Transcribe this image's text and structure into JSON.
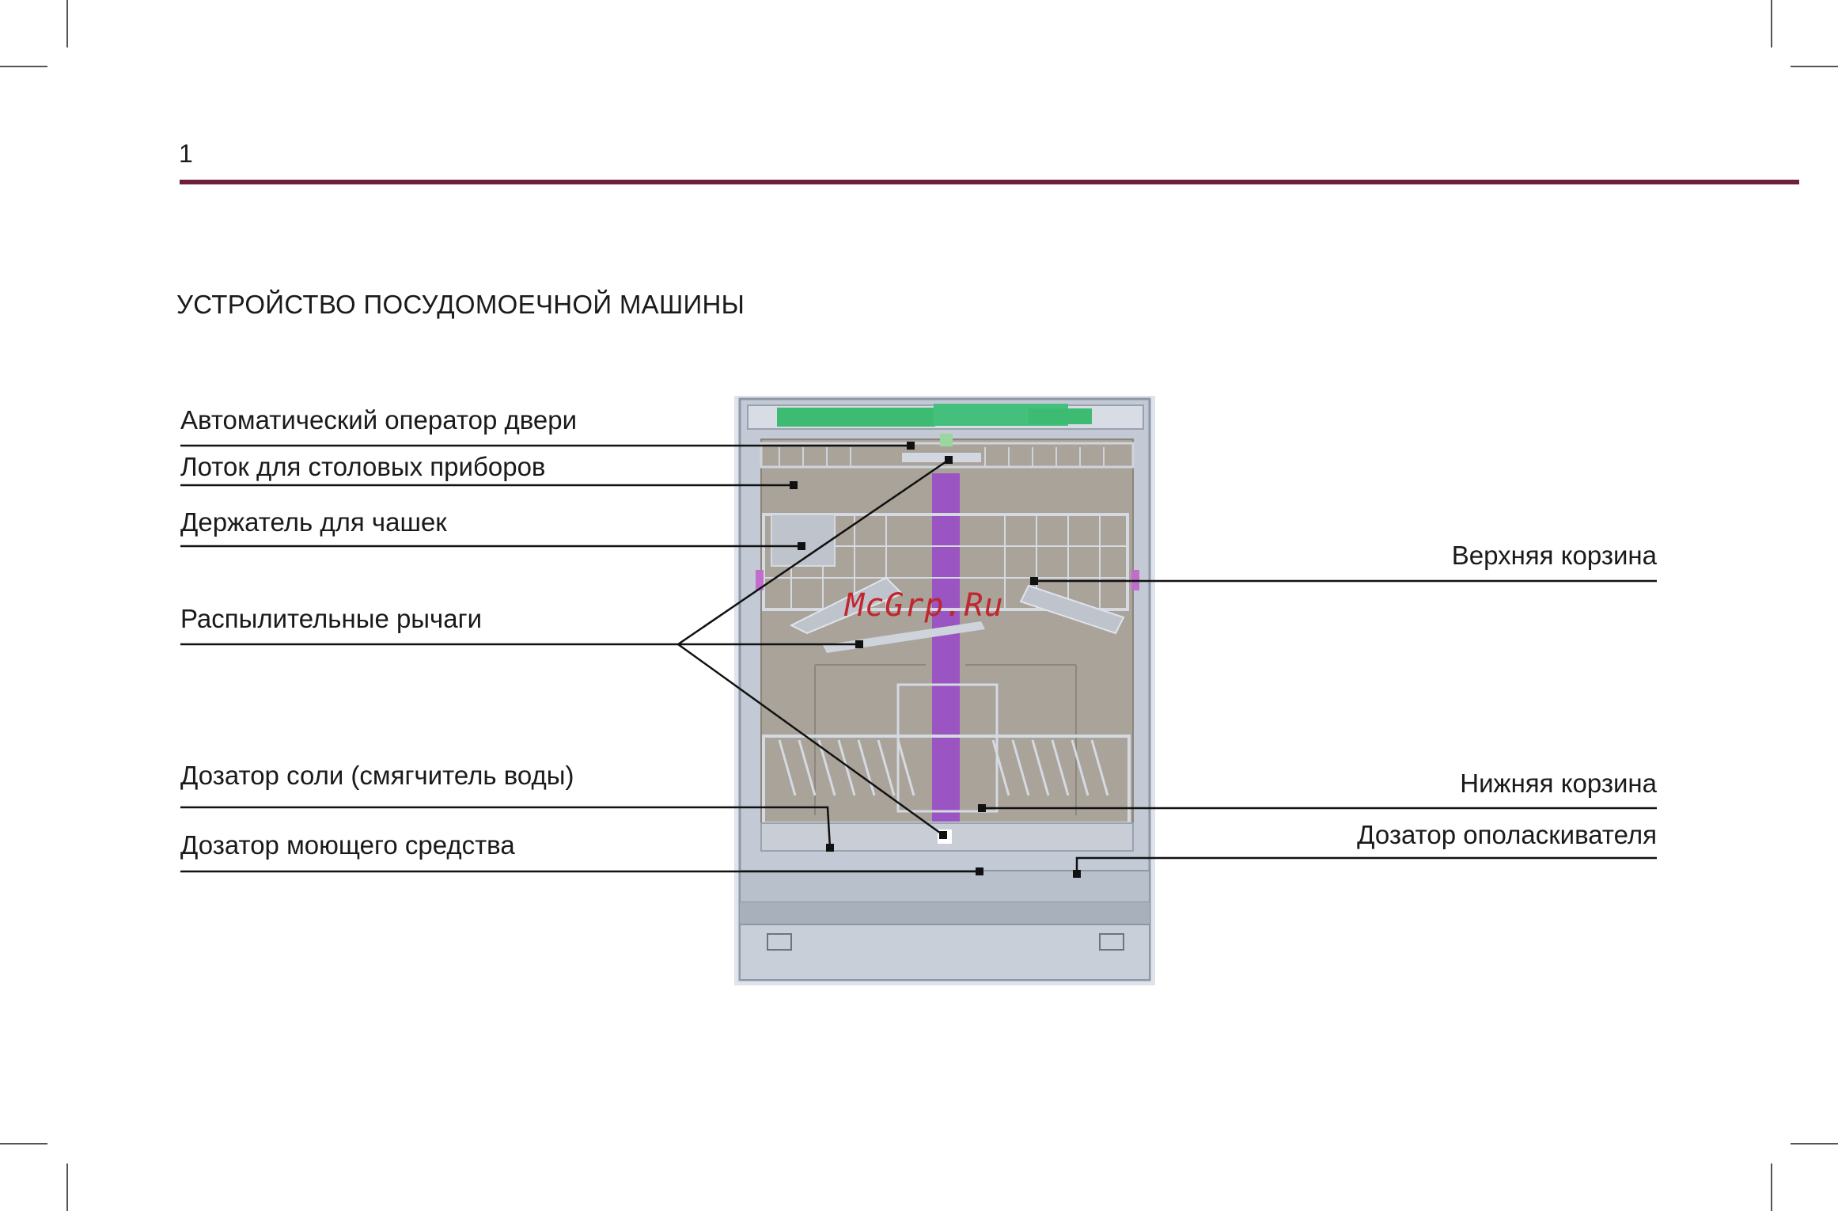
{
  "page": {
    "number": "1",
    "title": "УСТРОЙСТВО ПОСУДОМОЕЧНОЙ МАШИНЫ"
  },
  "labels": {
    "door_operator": "Автоматический оператор двери",
    "cutlery_tray": "Лоток для столовых приборов",
    "cup_holder": "Держатель для чашек",
    "spray_arms": "Распылительные рычаги",
    "salt_dispenser": "Дозатор соли (смягчитель воды)",
    "detergent_dispenser": "Дозатор моющего средства",
    "upper_basket": "Верхняя корзина",
    "lower_basket": "Нижняя корзина",
    "rinse_dispenser": "Дозатор ополаскивателя"
  },
  "watermark": "McGrp.Ru",
  "colors": {
    "rule": "#6e1f3a",
    "tub": "#a9a39a",
    "frame": "#b4bccb",
    "top_panel": "#3dbb73",
    "spray_tube": "#9a55c2",
    "watermark": "#c0262e"
  }
}
